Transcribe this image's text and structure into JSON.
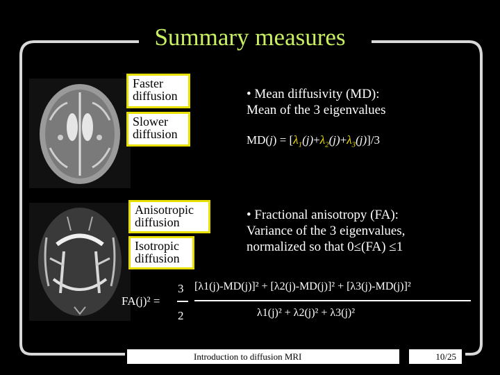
{
  "title": "Summary measures",
  "labels": {
    "faster": "Faster diffusion",
    "slower": "Slower diffusion",
    "anisotropic": "Anisotropic diffusion",
    "isotropic": "Isotropic diffusion"
  },
  "md": {
    "bullet": "• Mean diffusivity (MD):",
    "desc": "Mean of the 3 eigenvalues",
    "formula_lhs": "MD(",
    "j": "j",
    "formula_eq": ") = [",
    "lambda": "λ",
    "sub1": "1",
    "sub2": "2",
    "sub3": "3",
    "paren_j": "(j)",
    "plus": "+",
    "formula_end": "]/3"
  },
  "fa": {
    "bullet": "• Fractional anisotropy (FA):",
    "desc1": "Variance of the 3 eigenvalues,",
    "desc2": "normalized so that 0≤(FA) ≤1",
    "lhs": "FA(j)² =",
    "numerator_coef": "3",
    "denominator_coef": "2",
    "numerator": "[λ1(j)-MD(j)]² + [λ2(j)-MD(j)]² + [λ3(j)-MD(j)]²",
    "denominator": "λ1(j)² + λ2(j)² + λ3(j)²"
  },
  "footer": {
    "text": "Introduction to diffusion MRI",
    "page": "10/25"
  },
  "colors": {
    "title": "#c8f060",
    "accent": "#f2e200",
    "box_border": "#e8e000",
    "frame": "#d8d8d8"
  }
}
